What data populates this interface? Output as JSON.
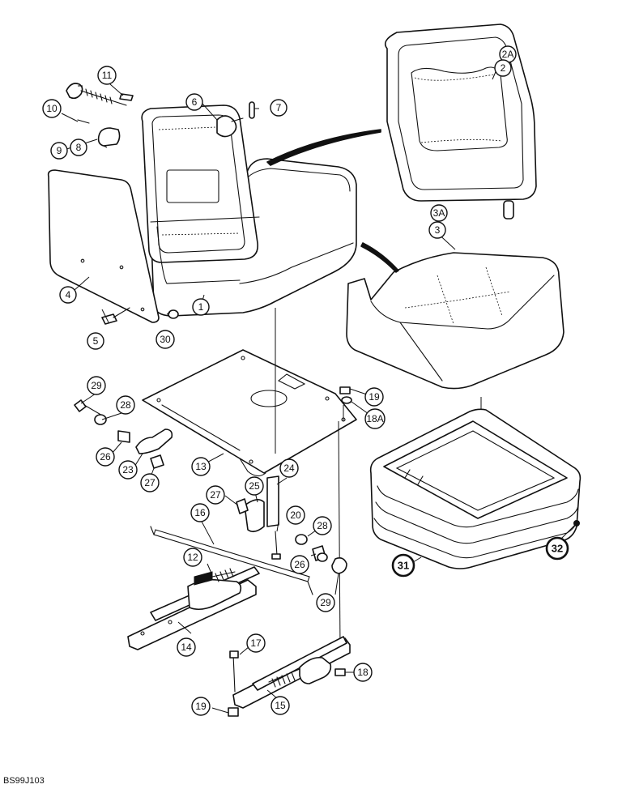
{
  "drawing_code": "BS99J103",
  "callouts": {
    "c1": "1",
    "c2": "2",
    "c2a": "2A",
    "c3": "3",
    "c3a": "3A",
    "c4": "4",
    "c5": "5",
    "c6": "6",
    "c7": "7",
    "c8": "8",
    "c9": "9",
    "c10": "10",
    "c11": "11",
    "c12": "12",
    "c13": "13",
    "c14": "14",
    "c15": "15",
    "c16": "16",
    "c17": "17",
    "c18": "18",
    "c18a": "18A",
    "c19a": "19",
    "c19b": "19",
    "c20": "20",
    "c23": "23",
    "c24": "24",
    "c25": "25",
    "c26a": "26",
    "c26b": "26",
    "c27a": "27",
    "c27b": "27",
    "c28a": "28",
    "c28b": "28",
    "c29a": "29",
    "c29b": "29",
    "c30": "30",
    "c31": "31",
    "c32": "32"
  }
}
